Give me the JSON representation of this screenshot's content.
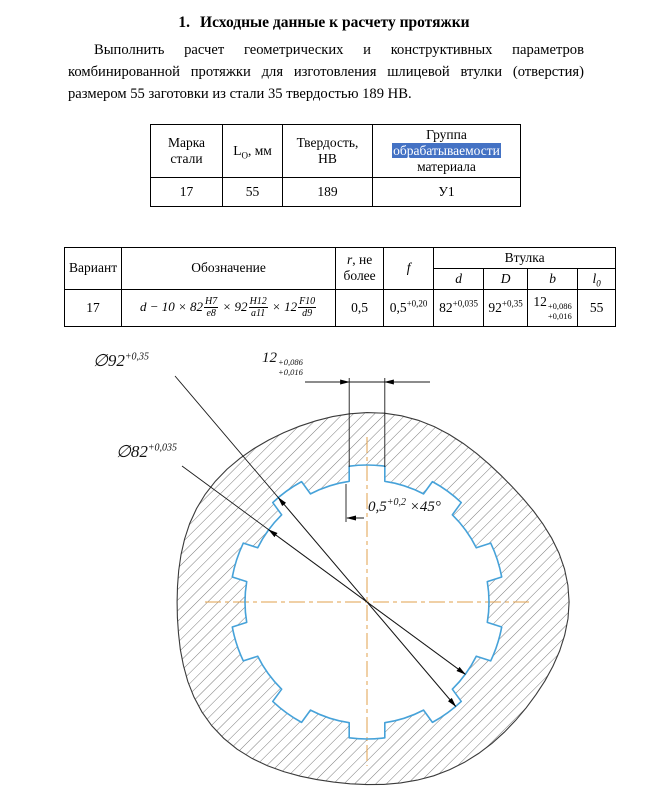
{
  "title": {
    "number": "1.",
    "text": "Исходные данные к расчету протяжки"
  },
  "intro": "Выполнить расчет геометрических и конструктивных параметров комбинированной протяжки для изготовления шлицевой втулки (отверстия) размером 55 заготовки из стали 35 твердостью 189 НВ.",
  "steel_table": {
    "headers": {
      "grade": "Марка стали",
      "l_main": "L",
      "l_sub": "О",
      "l_rest": ", мм",
      "hardness": "Твердость, НВ",
      "group_prefix": "Группа ",
      "group_highlight": "обрабатываемости",
      "group_suffix": " материала"
    },
    "values": {
      "grade": "17",
      "l": "55",
      "hardness": "189",
      "group": "У1"
    }
  },
  "variant_table": {
    "headers": {
      "variant": "Вариант",
      "designation": "Обозначение",
      "r_italic": "r",
      "r_rest": ", не более",
      "f": "f",
      "bushing": "Втулка",
      "d": "d",
      "D": "D",
      "b": "b",
      "l": "l",
      "l_sub": "0"
    },
    "row": {
      "variant": "17",
      "designation": {
        "p1": "d − 10 × 82",
        "f1n": "H7",
        "f1d": "e8",
        "p2": "× 92",
        "f2n": "H12",
        "f2d": "a11",
        "p3": "× 12",
        "f3n": "F10",
        "f3d": "d9"
      },
      "r": "0,5",
      "f_base": "0,5",
      "f_sup": "+0,20",
      "d_base": "82",
      "d_sup": "+0,035",
      "D_base": "92",
      "D_sup": "+0,35",
      "b_base": "12",
      "b_sup": "+0,086",
      "b_sub": "+0,016",
      "l0": "55"
    }
  },
  "drawing": {
    "spline_count": 10,
    "labels": {
      "dia92": {
        "prefix": "∅",
        "base": "92",
        "sup": "+0,35"
      },
      "dia82": {
        "prefix": "∅",
        "base": "82",
        "sup": "+0,035"
      },
      "width12": {
        "base": "12",
        "sup": "+0,086",
        "sub": "+0,016"
      },
      "chamfer": {
        "base": "0,5",
        "sup": "+0,2",
        "suffix": "×45°"
      }
    },
    "colors": {
      "profile_blue": "#46a2d9",
      "centerline_orange": "#e2a14e",
      "highlight_blue": "#4472c4"
    }
  }
}
